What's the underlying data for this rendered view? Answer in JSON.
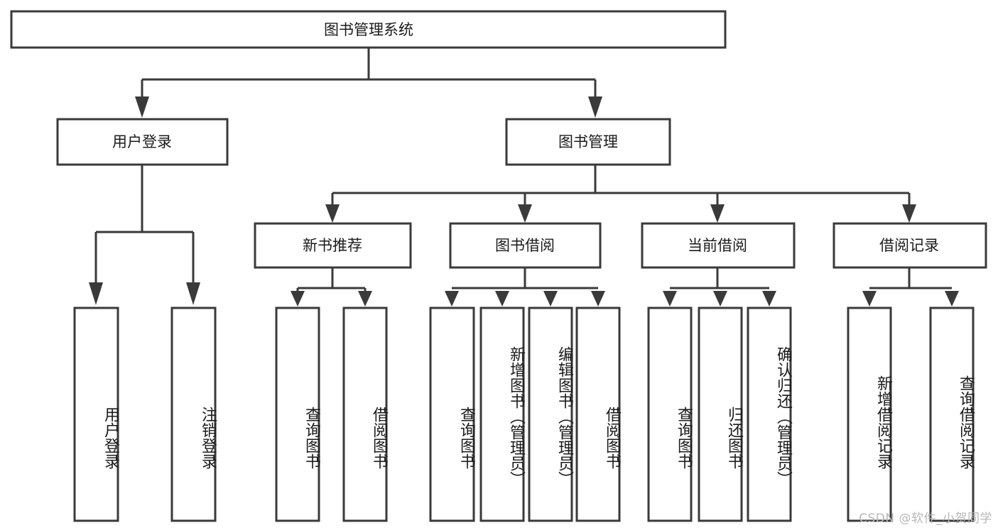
{
  "diagram": {
    "type": "tree-hierarchy-chart",
    "title_text": "图书管理系统",
    "background_color": "#ffffff",
    "stroke_color": "#3a3a3a",
    "text_color": "#1b1b1b",
    "root": {
      "label": "图书管理系统"
    },
    "level1": [
      {
        "label": "用户登录"
      },
      {
        "label": "图书管理"
      }
    ],
    "level2": [
      {
        "label": "新书推荐"
      },
      {
        "label": "图书借阅"
      },
      {
        "label": "当前借阅"
      },
      {
        "label": "借阅记录"
      }
    ],
    "leaves": {
      "user_login": [
        {
          "label": "用户登录"
        },
        {
          "label": "注销登录"
        }
      ],
      "new_book_recommend": [
        {
          "label": "查询图书"
        },
        {
          "label": "借阅图书"
        }
      ],
      "book_borrow": [
        {
          "label": "查询图书"
        },
        {
          "label": "新增图书（管理员）"
        },
        {
          "label": "编辑图书（管理员）"
        },
        {
          "label": "借阅图书"
        }
      ],
      "current_borrow": [
        {
          "label": "查询图书"
        },
        {
          "label": "归还图书"
        },
        {
          "label": "确认归还（管理员）"
        }
      ],
      "borrow_record": [
        {
          "label": "新增借阅记录"
        },
        {
          "label": "查询借阅记录"
        }
      ]
    }
  },
  "watermark": {
    "text": "CSDN @软件_小贺同学"
  }
}
